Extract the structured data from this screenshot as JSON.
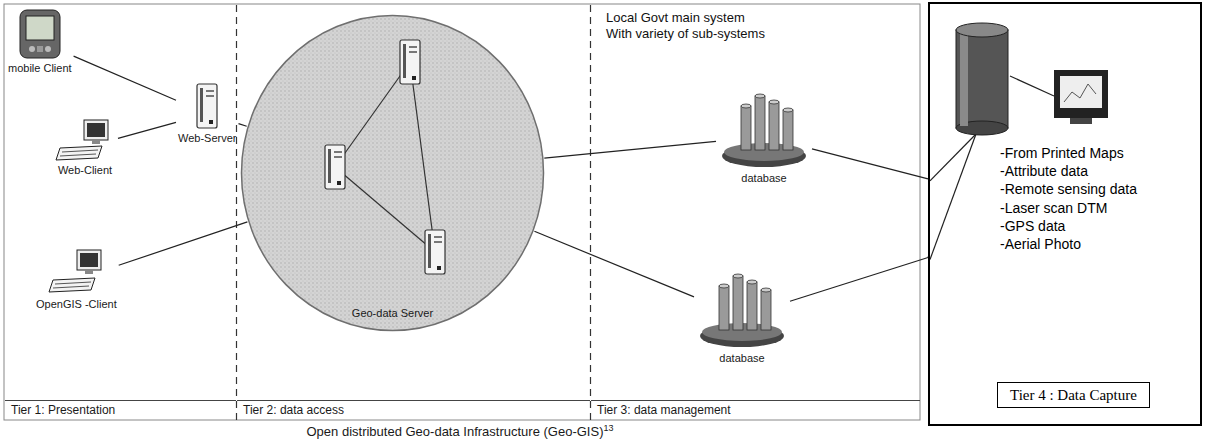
{
  "diagram": {
    "caption": "Open distributed Geo-data Infrastructure (Geo-GIS)",
    "nodes": [
      {
        "text": [
          "mobile Client"
        ]
      },
      {
        "text": [
          "Web-Client"
        ]
      },
      {
        "text": [
          "Web-Server"
        ]
      },
      {
        "text": [
          "OpenGIS -Client"
        ]
      },
      {
        "text": [
          "Geo-data Server"
        ]
      },
      {
        "text": [
          "database"
        ]
      },
      {
        "text": [
          "database"
        ]
      },
      {
        "text": [
          "Tier 1: Presentation"
        ]
      },
      {
        "text": [
          "Tier 2: data access"
        ]
      },
      {
        "text": [
          "Tier 3: data management"
        ]
      },
      {
        "text": [
          "-From Printed Maps",
          "-Attribute data",
          "-Remote sensing data",
          "-Laser scan DTM",
          "-GPS data",
          "-Aerial Photo"
        ]
      },
      {
        "text": [
          "Tier 4 : Data Capture"
        ],
        "in": 10
      }
    ],
    "edges": [
      {
        "from": 0,
        "to": 2,
        "arrow": "none"
      },
      {
        "from": 1,
        "to": 2,
        "arrow": "none"
      },
      {
        "from": 2,
        "to": 4,
        "arrow": "none"
      },
      {
        "from": 3,
        "to": 4,
        "arrow": "none"
      },
      {
        "from": 4,
        "to": 5,
        "arrow": "none"
      },
      {
        "from": 4,
        "to": 6,
        "arrow": "none"
      },
      {
        "from": 5,
        "to": 10,
        "arrow": "none"
      },
      {
        "from": 6,
        "to": 10,
        "arrow": "none"
      }
    ],
    "labels": [
      "Local Govt main system",
      "With variety of sub-systems",
      "13"
    ]
  }
}
